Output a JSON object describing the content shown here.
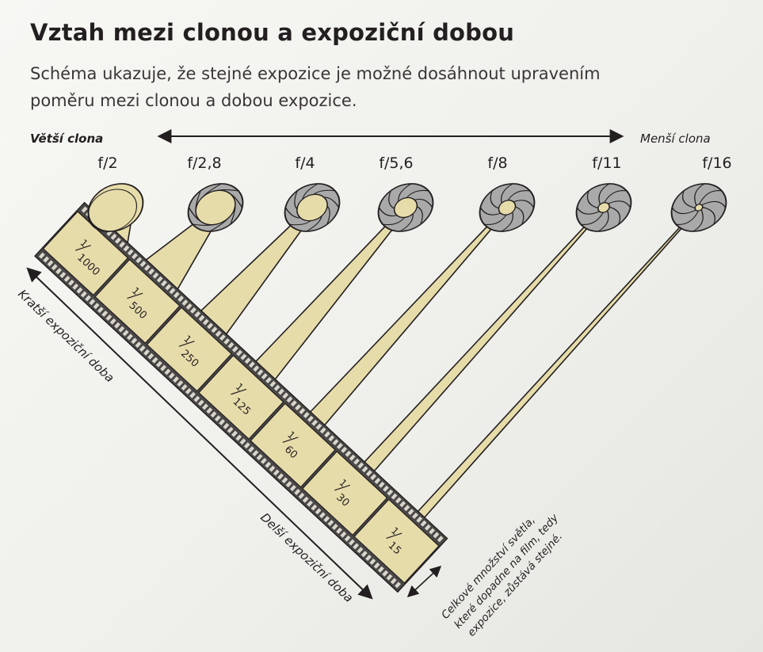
{
  "title": "Vztah mezi clonou a expoziční dobou",
  "subtitle_lines": [
    "Schéma ukazuje, že stejné expozice je možné dosáhnout upravením",
    "poměru mezi clonou a dobou expozice."
  ],
  "aperture_axis": {
    "left_label": "Větší clona",
    "right_label": "Menší clona"
  },
  "apertures": [
    "f/2",
    "f/2,8",
    "f/4",
    "f/5,6",
    "f/8",
    "f/11",
    "f/16"
  ],
  "shutter_speeds": [
    {
      "num": "1",
      "den": "1000"
    },
    {
      "num": "1",
      "den": "500"
    },
    {
      "num": "1",
      "den": "250"
    },
    {
      "num": "1",
      "den": "125"
    },
    {
      "num": "1",
      "den": "60"
    },
    {
      "num": "1",
      "den": "30"
    },
    {
      "num": "1",
      "den": "15"
    }
  ],
  "time_axis": {
    "shorter_label": "Kratší expoziční doba",
    "longer_label": "Delší expoziční doba"
  },
  "note_lines": [
    "Celkové množství světla,",
    "které dopadne na film, tedy",
    "expozice, zůstává stejné."
  ],
  "colors": {
    "beam": "#e6dcaa",
    "film": "#e6dcaa",
    "film_edge": "#4a4747",
    "blade": "#a9a9a9",
    "blade_dark": "#8f8f8f",
    "ink": "#231f20"
  }
}
